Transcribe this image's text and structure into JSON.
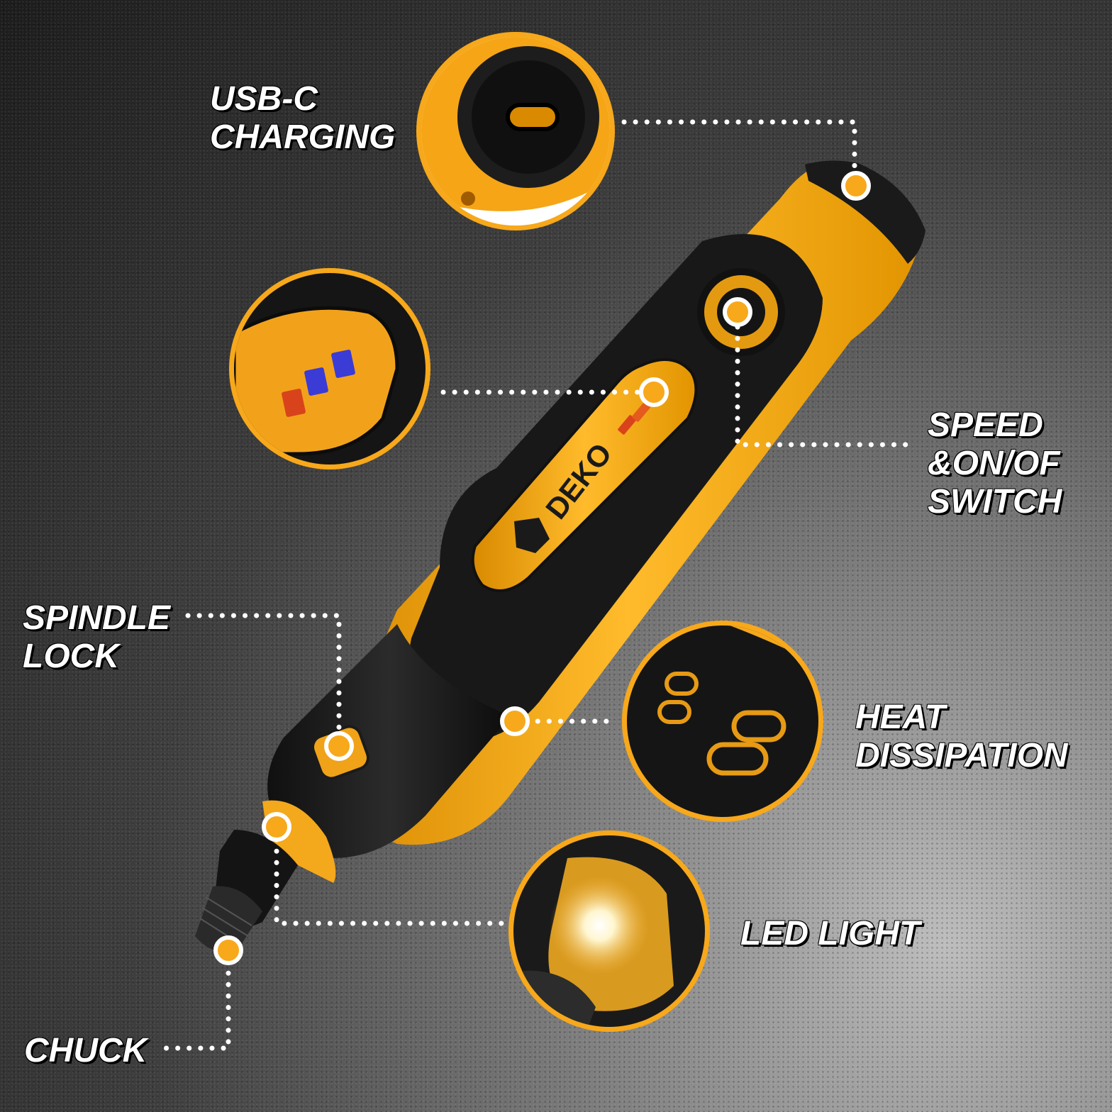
{
  "brand": {
    "name": "DEKO",
    "logo_icon": "gorilla-head-logo-icon",
    "colors": {
      "accent": "#f7a81b",
      "body": "#1b1b1b",
      "led_blue": "#3b3bd6",
      "led_red": "#d8431c"
    }
  },
  "callouts": {
    "usb_c": {
      "line1": "USB-C",
      "line2": "CHARGING",
      "icon": "usb-c-port-icon"
    },
    "speed_switch": {
      "line1": "SPEED",
      "line2": "&ON/OF",
      "line3": "SWITCH",
      "icon": "speed-indicator-icon"
    },
    "spindle_lock": {
      "line1": "SPINDLE",
      "line2": "LOCK",
      "icon": "lock-button-icon"
    },
    "heat_dissipation": {
      "line1": "HEAT",
      "line2": "DISSIPATION",
      "icon": "vent-icon"
    },
    "led_light": {
      "line1": "LED LIGHT",
      "icon": "light-icon"
    },
    "chuck": {
      "line1": "CHUCK",
      "icon": "chuck-icon"
    }
  }
}
